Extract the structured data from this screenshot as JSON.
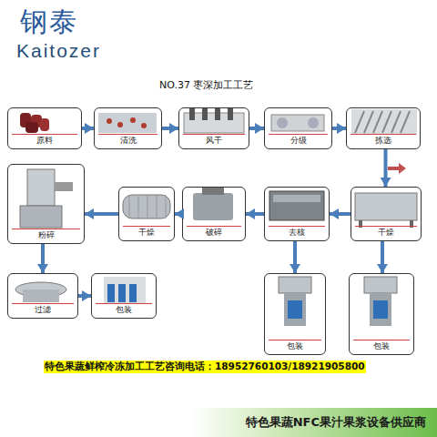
{
  "diagram": {
    "title": "NO.37 枣深加工工艺",
    "nodes": [
      {
        "text": [
          "原料"
        ]
      },
      {
        "text": [
          "清洗"
        ]
      },
      {
        "text": [
          "风干"
        ]
      },
      {
        "text": [
          "分级"
        ]
      },
      {
        "text": [
          "拣选"
        ]
      },
      {
        "text": [
          "干燥"
        ]
      },
      {
        "text": [
          "去核"
        ]
      },
      {
        "text": [
          "破碎"
        ]
      },
      {
        "text": [
          "干燥"
        ]
      },
      {
        "text": [
          "粉碎"
        ]
      },
      {
        "text": [
          "过滤"
        ]
      },
      {
        "text": [
          "包装"
        ]
      },
      {
        "text": [
          "包装"
        ]
      },
      {
        "text": [
          "包装"
        ]
      },
      {
        "text": [
          "特色果蔬NFC果汁果浆设备供应商"
        ]
      }
    ],
    "edges": [
      {
        "from": 0,
        "to": 1,
        "arrow": "to"
      },
      {
        "from": 1,
        "to": 2,
        "arrow": "to"
      },
      {
        "from": 2,
        "to": 3,
        "arrow": "to"
      },
      {
        "from": 3,
        "to": 4,
        "arrow": "to"
      },
      {
        "from": 4,
        "to": 5,
        "arrow": "to"
      },
      {
        "from": 5,
        "to": 6,
        "arrow": "to"
      },
      {
        "from": 6,
        "to": 7,
        "arrow": "to"
      },
      {
        "from": 7,
        "to": 8,
        "arrow": "to"
      },
      {
        "from": 8,
        "to": 9,
        "arrow": "to"
      },
      {
        "from": 9,
        "to": 10,
        "arrow": "to"
      },
      {
        "from": 10,
        "to": 11,
        "arrow": "to"
      },
      {
        "from": 6,
        "to": 12,
        "arrow": "to"
      },
      {
        "from": 5,
        "to": 13,
        "arrow": "to"
      }
    ],
    "labels": [
      "钢泰",
      "Kaitozer",
      "特色果蔬鲜榨冷冻加工工艺咨询电话：18952760103/18921905800"
    ]
  }
}
